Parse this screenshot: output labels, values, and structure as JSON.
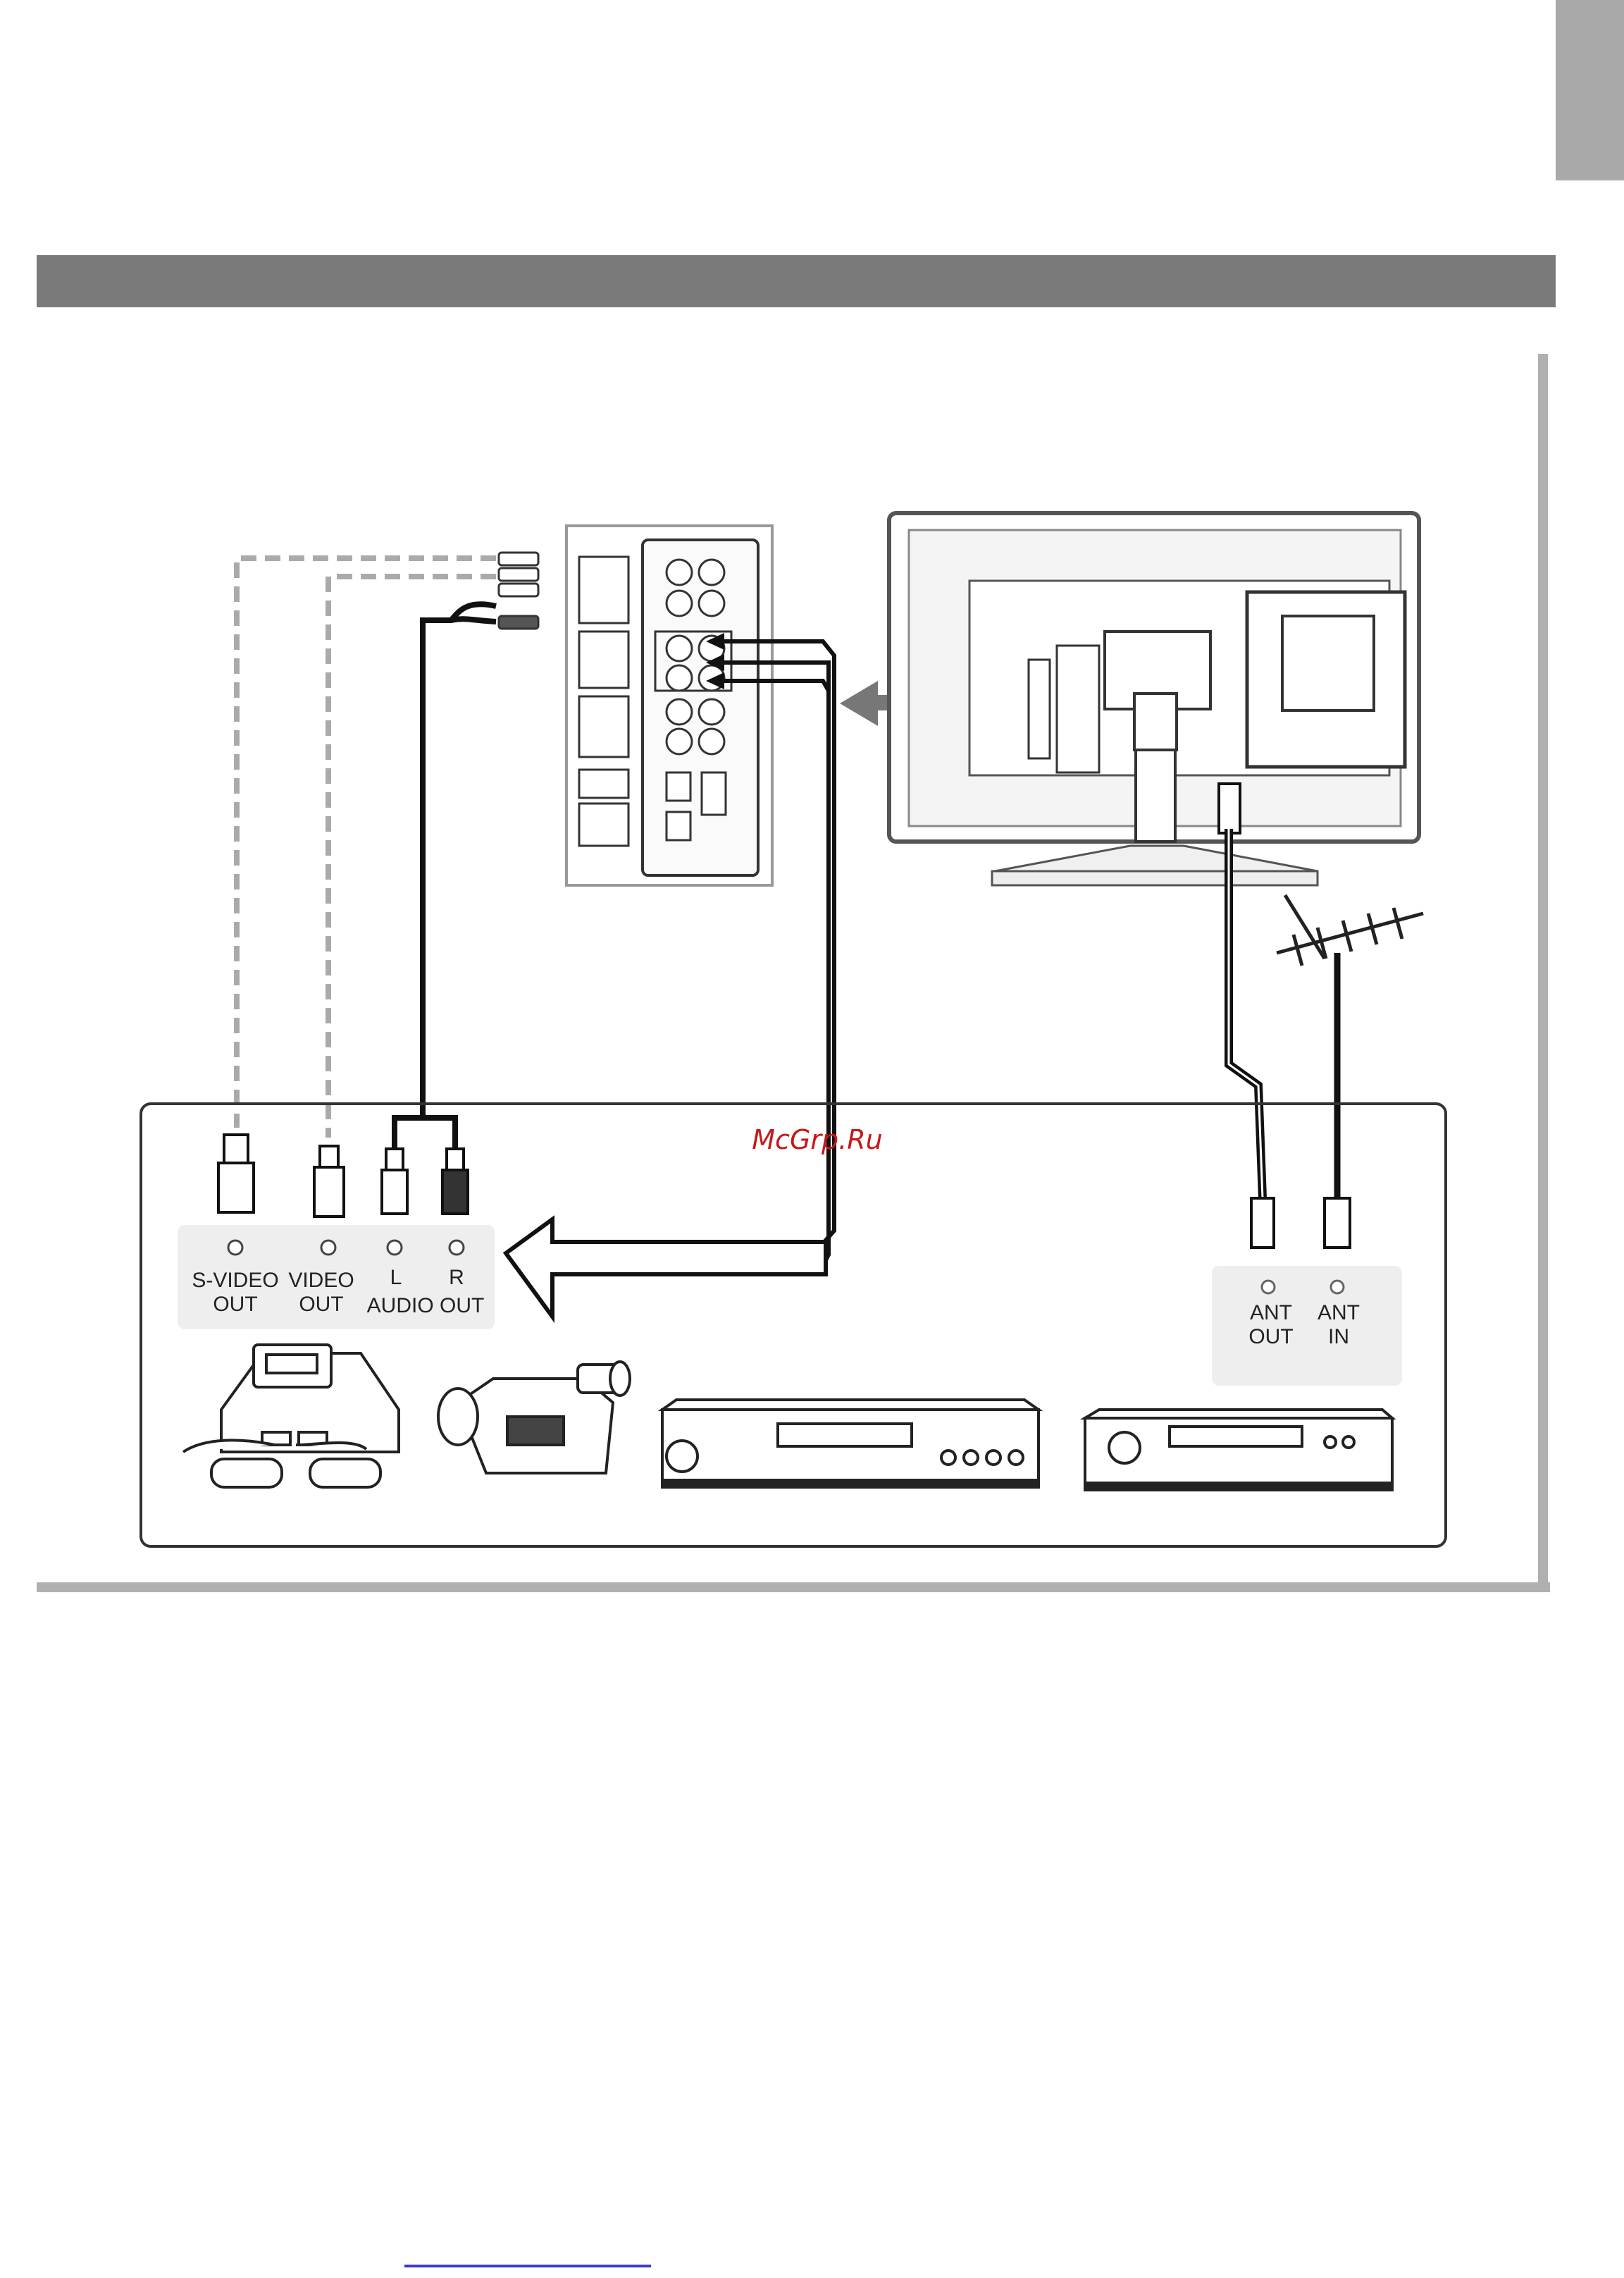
{
  "watermark": "McGrp.Ru",
  "device_outputs": {
    "s_video_out": [
      "S-VIDEO",
      "OUT"
    ],
    "video_out": [
      "VIDEO",
      "OUT"
    ],
    "audio_l": "L",
    "audio_r": "R",
    "audio_out": "AUDIO OUT"
  },
  "antenna_ports": {
    "ant_out": [
      "ANT",
      "OUT"
    ],
    "ant_in": [
      "ANT",
      "IN"
    ]
  },
  "colors": {
    "header_bar": "#7a7a7a",
    "tab": "#a9a9a9",
    "frame": "#b0b0b0",
    "watermark": "#c81818"
  }
}
